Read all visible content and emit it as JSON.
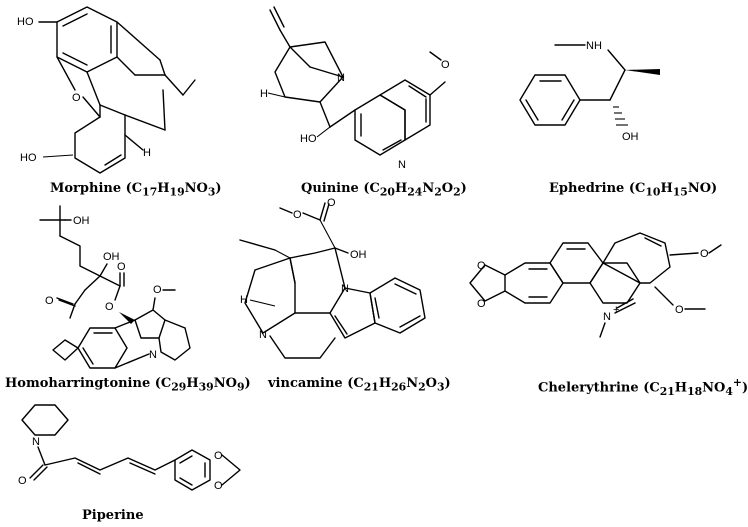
{
  "molecules": [
    {
      "name": "Morphine",
      "formula_main": "(C",
      "c": "17",
      "h_label": "H",
      "h": "19",
      "rest": "NO",
      "o_sub": "3",
      "close": ")",
      "atoms": {
        "oh_top": "HO",
        "o_ring": "O",
        "oh_bottom": "HO",
        "h": "H"
      }
    },
    {
      "name": "Quinine",
      "formula_main": "(C",
      "c": "20",
      "h_label": "H",
      "h": "24",
      "n_label": "N",
      "n": "2",
      "o_label": "O",
      "o": "2",
      "close": ")",
      "atoms": {
        "n1": "N",
        "n2": "N",
        "h": "H",
        "oh": "HO",
        "ome": "O"
      }
    },
    {
      "name": "Ephedrine",
      "formula_main": "(C",
      "c": "10",
      "h_label": "H",
      "h": "15",
      "rest": "NO",
      "close": ")",
      "atoms": {
        "nh": "NH",
        "oh": "OH"
      }
    },
    {
      "name": "Homoharringtonine",
      "formula_main": "(C",
      "c": "29",
      "h_label": "H",
      "h": "39",
      "rest": "NO",
      "o_sub": "9",
      "close": ")",
      "atoms": {
        "oh1": "OH",
        "oh2": "OH",
        "o1": "O",
        "o2": "O",
        "o3": "O",
        "ome": "O",
        "n": "N"
      }
    },
    {
      "name": "vincamine",
      "formula_main": "(C",
      "c": "21",
      "h_label": "H",
      "h": "26",
      "n_label": "N",
      "n": "2",
      "o_label": "O",
      "o": "3",
      "close": ")",
      "atoms": {
        "o1": "O",
        "o2": "O",
        "oh": "OH",
        "n1": "N",
        "n2": "N",
        "h": "H"
      }
    },
    {
      "name": "Chelerythrine",
      "formula_main": "(C",
      "c": "21",
      "h_label": "H",
      "h": "18",
      "rest": "NO",
      "o_sub": "4",
      "sup": "+",
      "close": ")",
      "atoms": {
        "o1": "O",
        "o2": "O",
        "o3": "O",
        "o4": "O",
        "n": "N",
        "plus": "+"
      }
    },
    {
      "name": "Piperine",
      "atoms": {
        "n": "N",
        "o": "O",
        "o1": "O",
        "o2": "O"
      }
    }
  ]
}
